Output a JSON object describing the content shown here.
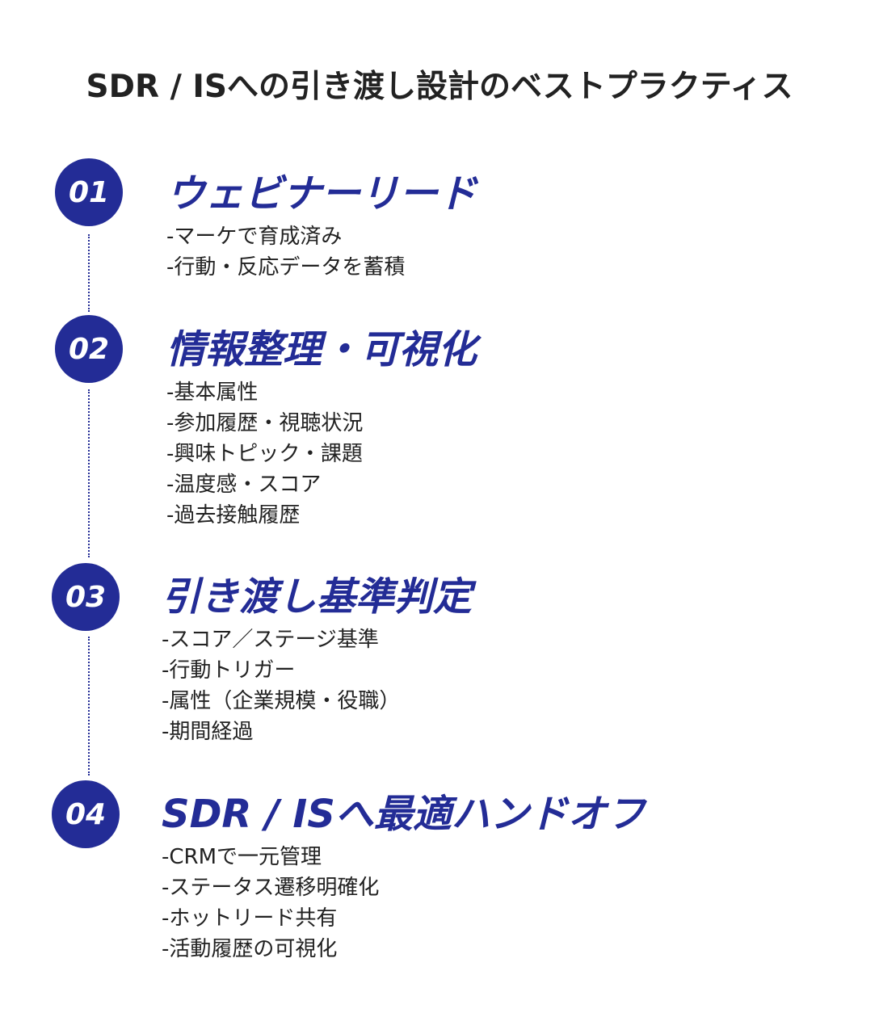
{
  "title": "SDR / ISへの引き渡し設計のベストプラクティス",
  "steps": [
    {
      "number": "01",
      "heading": "ウェビナーリード",
      "items": [
        "-マーケで育成済み",
        "-行動・反応データを蓄積"
      ]
    },
    {
      "number": "02",
      "heading": "情報整理・可視化",
      "items": [
        "-基本属性",
        "-参加履歴・視聴状況",
        "-興味トピック・課題",
        "-温度感・スコア",
        "-過去接触履歴"
      ]
    },
    {
      "number": "03",
      "heading": "引き渡し基準判定",
      "items": [
        "-スコア／ステージ基準",
        "-行動トリガー",
        "-属性（企業規模・役職）",
        "-期間経過"
      ]
    },
    {
      "number": "04",
      "heading": "SDR / ISへ最適ハンドオフ",
      "items": [
        "-CRMで一元管理",
        "-ステータス遷移明確化",
        "-ホットリード共有",
        "-活動履歴の可視化"
      ]
    }
  ],
  "colors": {
    "accent": "#232c96",
    "text": "#222222"
  }
}
